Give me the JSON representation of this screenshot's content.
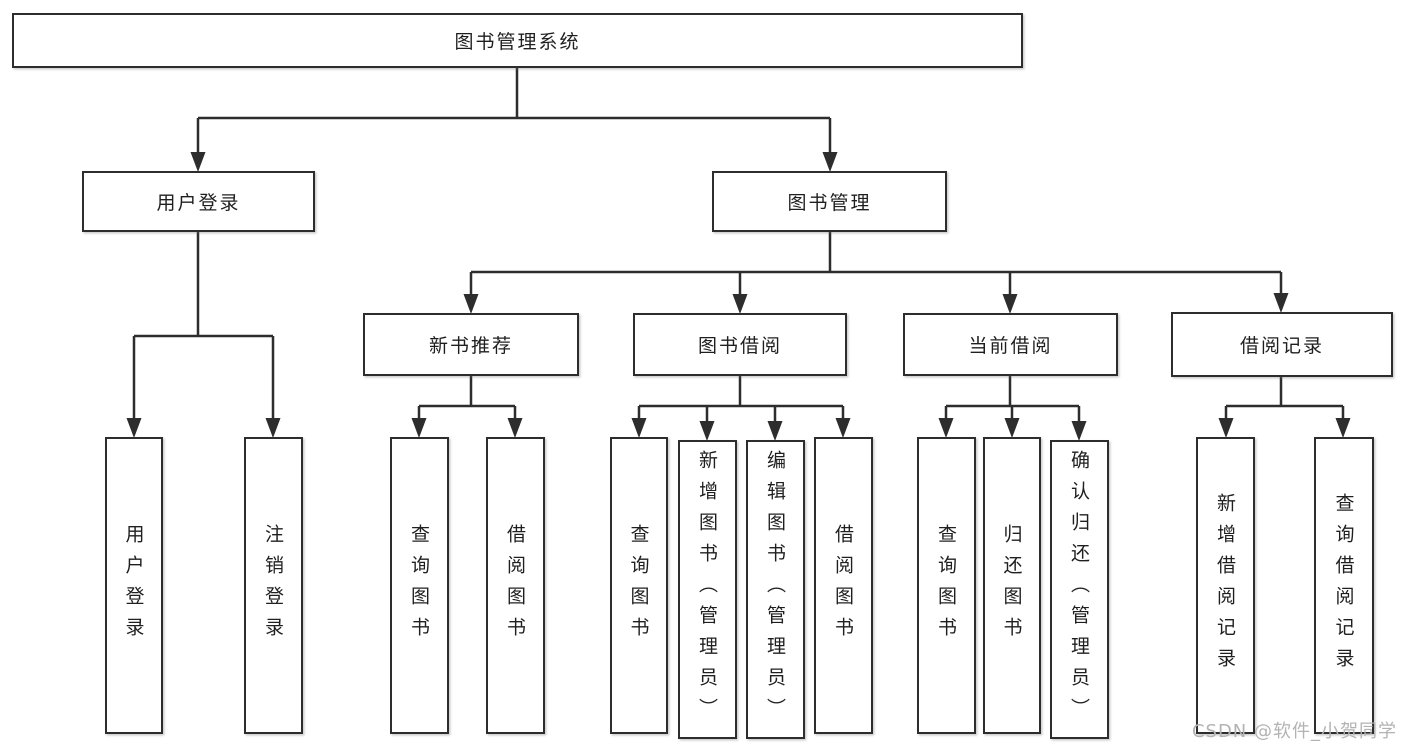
{
  "colors": {
    "line": "#2d2d2d",
    "box_border": "#2d2d2d",
    "text": "#1f1f1f",
    "watermark": "#b3b3b3",
    "background": "#ffffff"
  },
  "nodes": {
    "root": {
      "label": "图书管理系统"
    },
    "level2": [
      {
        "label": "用户登录"
      },
      {
        "label": "图书管理"
      }
    ],
    "level3": [
      {
        "label": "新书推荐"
      },
      {
        "label": "图书借阅"
      },
      {
        "label": "当前借阅"
      },
      {
        "label": "借阅记录"
      }
    ],
    "leaves": [
      {
        "label": "用户登录"
      },
      {
        "label": "注销登录"
      },
      {
        "label": "查询图书"
      },
      {
        "label": "借阅图书"
      },
      {
        "label": "查询图书"
      },
      {
        "label": "新增图书（管理员）"
      },
      {
        "label": "编辑图书（管理员）"
      },
      {
        "label": "借阅图书"
      },
      {
        "label": "查询图书"
      },
      {
        "label": "归还图书"
      },
      {
        "label": "确认归还（管理员）"
      },
      {
        "label": "新增借阅记录"
      },
      {
        "label": "查询借阅记录"
      }
    ]
  },
  "watermark": {
    "label": "CSDN @软件_小贺同学"
  }
}
